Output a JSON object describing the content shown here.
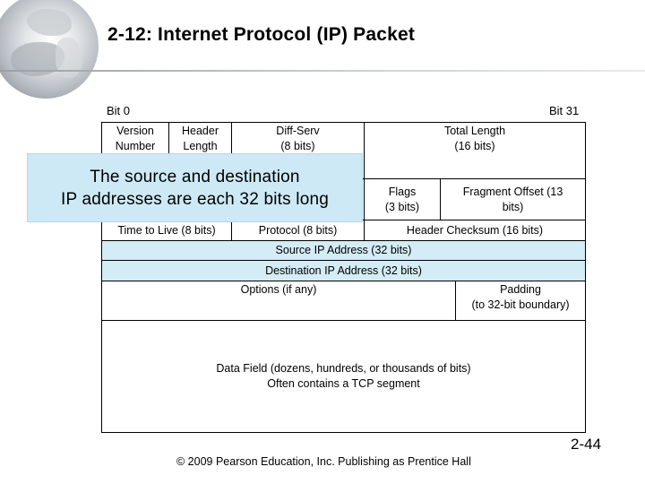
{
  "title": "2-12: Internet Protocol (IP) Packet",
  "bit_labels": {
    "start": "Bit 0",
    "end": "Bit 31"
  },
  "header": {
    "version": [
      "Version",
      "Number"
    ],
    "header_length": [
      "Header",
      "Length"
    ],
    "diff_serv": [
      "Diff-Serv",
      "(8 bits)"
    ],
    "total_length": [
      "Total Length",
      "(16 bits)"
    ],
    "flags": [
      "Flags",
      "(3 bits)"
    ],
    "fragment_offset": [
      "Fragment Offset (13",
      "bits)"
    ],
    "ttl": "Time to Live (8 bits)",
    "protocol": "Protocol (8 bits)",
    "checksum": "Header Checksum (16 bits)",
    "source_ip": "Source IP Address (32 bits)",
    "dest_ip": "Destination IP Address (32 bits)",
    "options": "Options (if any)",
    "padding": [
      "Padding",
      "(to 32-bit boundary)"
    ],
    "data_field": [
      "Data Field (dozens, hundreds, or thousands of bits)",
      "Often contains a TCP segment"
    ]
  },
  "callout": [
    "The source and destination",
    "IP addresses are each 32 bits long"
  ],
  "footer": "© 2009 Pearson Education, Inc.  Publishing as Prentice Hall",
  "page_number": "2-44",
  "colors": {
    "highlight": "#d4ecf6",
    "callout": "#cde9f5"
  }
}
